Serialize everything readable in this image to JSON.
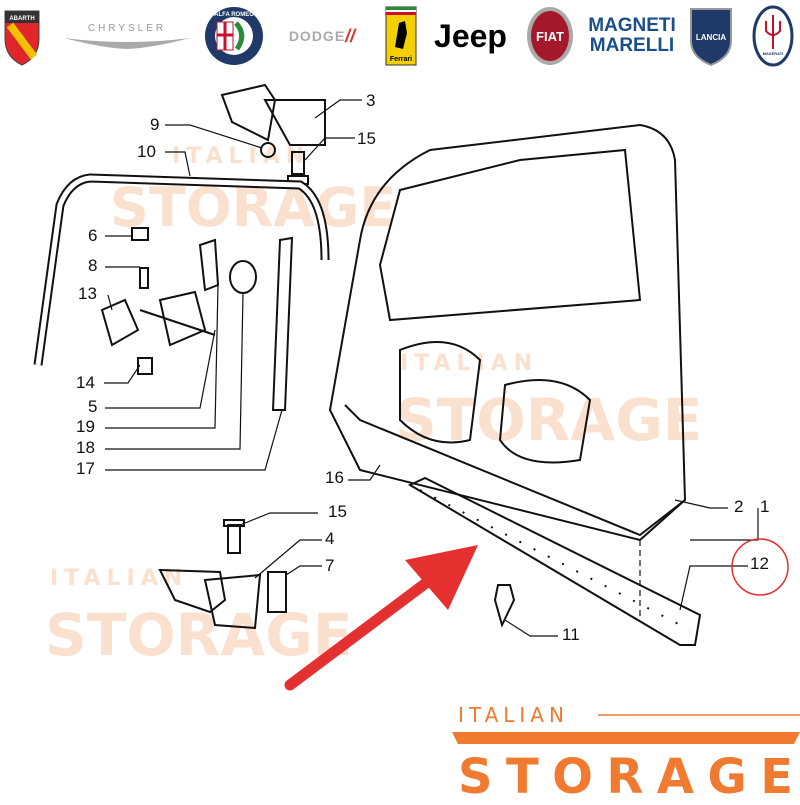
{
  "brands": [
    {
      "name": "ABARTH",
      "color": "#c8102e"
    },
    {
      "name": "CHRYSLER",
      "color": "#888888"
    },
    {
      "name": "ALFA ROMEO",
      "color": "#1f3a68"
    },
    {
      "name": "DODGE",
      "color": "#999999"
    },
    {
      "name": "Ferrari",
      "color": "#f5d000"
    },
    {
      "name": "Jeep",
      "color": "#000000"
    },
    {
      "name": "FIAT",
      "color": "#a3182a"
    },
    {
      "name": "MAGNETI MARELLI",
      "color": "#1b4f8c"
    },
    {
      "name": "LANCIA",
      "color": "#1f3a68"
    },
    {
      "name": "MASERATI",
      "color": "#1f3a68"
    }
  ],
  "callouts": {
    "c3": "3",
    "c9": "9",
    "c15a": "15",
    "c10": "10",
    "c6": "6",
    "c8": "8",
    "c13": "13",
    "c14": "14",
    "c5": "5",
    "c19": "19",
    "c18": "18",
    "c17": "17",
    "c16": "16",
    "c2": "2",
    "c1": "1",
    "c15b": "15",
    "c4": "4",
    "c7": "7",
    "c12": "12",
    "c11": "11"
  },
  "highlight": {
    "part": "12",
    "color": "#e03030"
  },
  "watermark": {
    "line1": "ITALIAN",
    "line2": "STORAGE"
  },
  "logo": {
    "line1": "ITALIAN",
    "line2": "STORAGE",
    "color": "#f07a30"
  }
}
